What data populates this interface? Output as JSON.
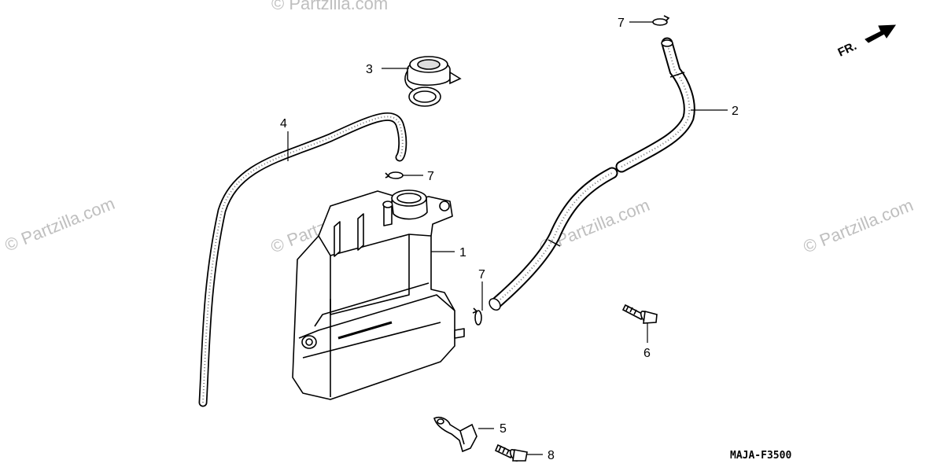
{
  "watermark": {
    "text": "© Partzilla.com"
  },
  "callouts": [
    "1",
    "2",
    "3",
    "4",
    "5",
    "6",
    "7",
    "7",
    "7",
    "8"
  ],
  "direction_label": "FR.",
  "diagram_code": "MAJA-F3500"
}
